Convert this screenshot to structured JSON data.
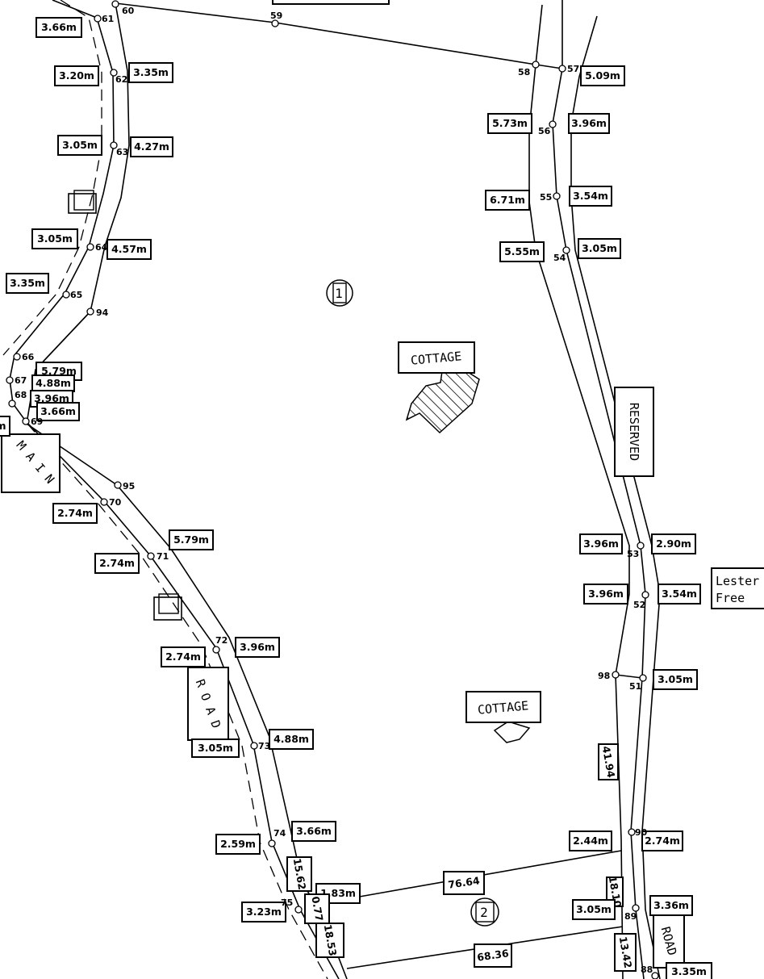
{
  "plot_numbers": [
    "1",
    "2"
  ],
  "labels": {
    "cottage_1": "COTTAGE",
    "cottage_2": "COTTAGE",
    "reserved": "RESERVED",
    "main_road_left": "M A I N",
    "road_left": "R O A D",
    "road_right": "ROAD",
    "lester_line1": "Lester",
    "lester_line2": "Free"
  },
  "measurements": {
    "m_366_top": "3.66m",
    "m_320": "3.20m",
    "m_335_top": "3.35m",
    "m_305_a": "3.05m",
    "m_427": "4.27m",
    "m_305_b": "3.05m",
    "m_457": "4.57m",
    "m_335_left": "3.35m",
    "m_579_a": "5.79m",
    "m_488_a": "4.88m",
    "m_396_a": "3.96m",
    "m_366_b": "3.66m",
    "m_274_a": "2.74m",
    "m_579_b": "5.79m",
    "m_274_b": "2.74m",
    "m_396_b": "3.96m",
    "m_274_c": "2.74m",
    "m_305_c": "3.05m",
    "m_488_b": "4.88m",
    "m_259": "2.59m",
    "m_366_c": "3.66m",
    "m_323": "3.23m",
    "m_183": "1.83m",
    "m_1562": "15.62",
    "m_077": "0.77",
    "m_1853": "18.53",
    "m_7664": "76.64",
    "m_6836": "68.36",
    "m_509": "5.09m",
    "m_573": "5.73m",
    "m_396_c": "3.96m",
    "m_671": "6.71m",
    "m_354_a": "3.54m",
    "m_555": "5.55m",
    "m_305_d": "3.05m",
    "m_396_d": "3.96m",
    "m_290": "2.90m",
    "m_396_e": "3.96m",
    "m_354_b": "3.54m",
    "m_305_e": "3.05m",
    "m_4194": "41.94",
    "m_244": "2.44m",
    "m_274_d": "2.74m",
    "m_1810": "18.10",
    "m_305_f": "3.05m",
    "m_336": "3.36m",
    "m_1342": "13.42",
    "m_335_b": "3.35m",
    "m_m_edge": "m"
  },
  "points": [
    "59",
    "60",
    "61",
    "62",
    "63",
    "64",
    "65",
    "94",
    "66",
    "67",
    "68",
    "69",
    "95",
    "70",
    "71",
    "72",
    "73",
    "74",
    "75",
    "58",
    "57",
    "56",
    "55",
    "54",
    "53",
    "52",
    "98",
    "51",
    "90",
    "89",
    "88"
  ]
}
